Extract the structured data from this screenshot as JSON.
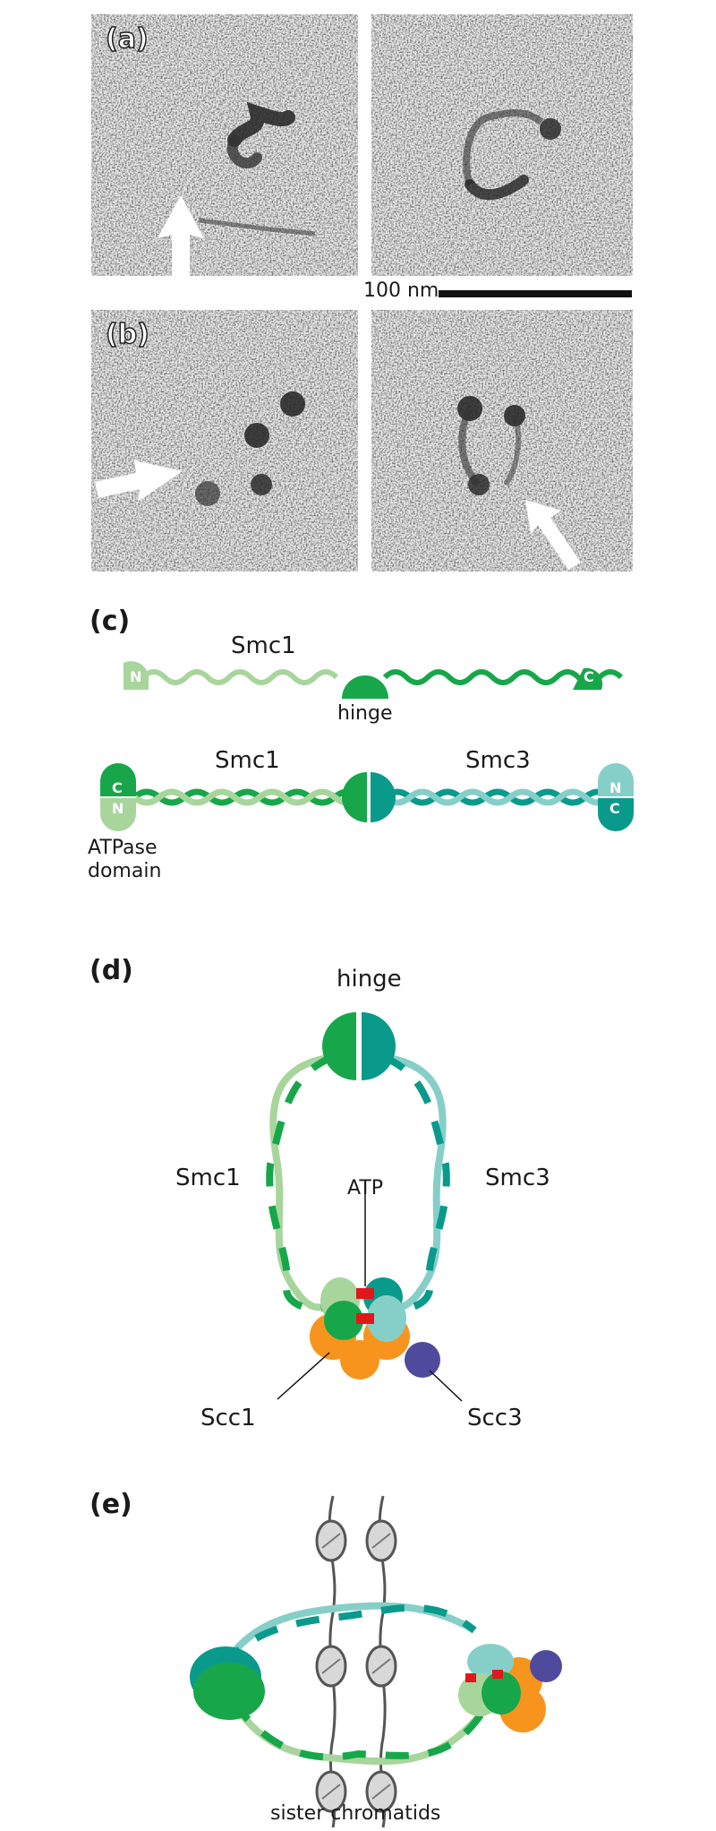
{
  "panels": {
    "a": "(a)",
    "b": "(b)",
    "c": "(c)",
    "d": "(d)",
    "e": "(e)"
  },
  "scale_bar": {
    "label": "100 nm"
  },
  "panel_c": {
    "top": {
      "protein": "Smc1",
      "hinge": "hinge",
      "n_term": "N",
      "c_term": "C"
    },
    "bottom": {
      "protein_left": "Smc1",
      "protein_right": "Smc3",
      "left_top": "C",
      "left_bottom": "N",
      "right_top": "N",
      "right_bottom": "C",
      "atpase_line1": "ATPase",
      "atpase_line2": "domain"
    }
  },
  "panel_d": {
    "hinge": "hinge",
    "smc1": "Smc1",
    "smc3": "Smc3",
    "atp": "ATP",
    "scc1": "Scc1",
    "scc3": "Scc3"
  },
  "panel_e": {
    "caption": "sister chromatids"
  },
  "colors": {
    "smc1_dark": "#17a74a",
    "smc1_light": "#a8d59c",
    "smc3_dark": "#0a9a8c",
    "smc3_light": "#86cfc8",
    "scc1": "#f7941d",
    "scc3": "#4f4b9c",
    "atp": "#e3161b",
    "nucleosome": "#d8d8d8"
  }
}
